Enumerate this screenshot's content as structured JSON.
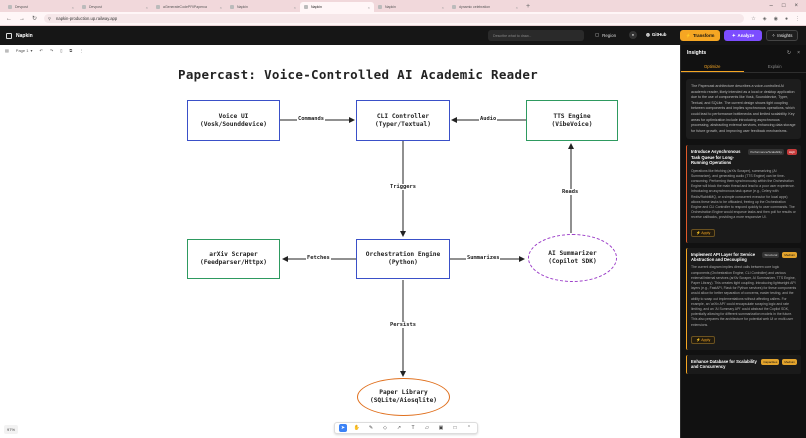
{
  "browser": {
    "tabs": [
      {
        "label": "Devpost"
      },
      {
        "label": "Devpost"
      },
      {
        "label": "aGenerateCodePFilPaperca"
      },
      {
        "label": "Napkin"
      },
      {
        "label": "Napkin",
        "active": true
      },
      {
        "label": "Napkin"
      },
      {
        "label": "dynamic celebration"
      }
    ],
    "url": "napkin-production.up.railway.app"
  },
  "app": {
    "name": "Napkin",
    "search_placeholder": "Describe what to draw...",
    "region_label": "Region",
    "github_label": "GitHub",
    "transform_label": "Transform",
    "analyze_label": "Analyze",
    "insights_label": "Insights"
  },
  "canvas_toolbar": {
    "page_label": "Page 1"
  },
  "diagram": {
    "title": "Papercast: Voice-Controlled AI Academic Reader",
    "nodes": {
      "voice": {
        "line1": "Voice UI",
        "line2": "(Vosk/Sounddevice)"
      },
      "cli": {
        "line1": "CLI Controller",
        "line2": "(Typer/Textual)"
      },
      "tts": {
        "line1": "TTS Engine",
        "line2": "(VibeVoice)"
      },
      "arxiv": {
        "line1": "arXiv Scraper",
        "line2": "(Feedparser/Httpx)"
      },
      "orch": {
        "line1": "Orchestration Engine",
        "line2": "(Python)"
      },
      "ai": {
        "line1": "AI Summarizer",
        "line2": "(Copilot SDK)"
      },
      "lib": {
        "line1": "Paper Library",
        "line2": "(SQLite/Aiosqlite)"
      }
    },
    "edges": {
      "commands": "Commands",
      "audio": "Audio",
      "triggers": "Triggers",
      "reads": "Reads",
      "fetches": "Fetches",
      "summarizes": "Summarizes",
      "persists": "Persists"
    },
    "colors": {
      "blue": "#3a50c8",
      "green": "#2e9a60",
      "purple": "#9b3cc8",
      "orange": "#e0701e"
    }
  },
  "zoom_label": "97%",
  "panel": {
    "title": "Insights",
    "tabs": [
      "Optimize",
      "Explain"
    ],
    "summary": "The Papercast architecture describes a voice-controlled AI academic reader, likely intended as a local or desktop application due to the use of components like Vosk, Sounddevice, Typer, Textual, and SQLite. The current design shows tight coupling between components and implies synchronous operations, which could lead to performance bottlenecks and limited scalability. Key areas for optimization include introducing asynchronous processing, abstracting external services, enhancing data storage for future growth, and improving user feedback mechanisms.",
    "cards": [
      {
        "title": "Introduce Asynchronous Task Queue for Long-Running Operations",
        "badges": [
          "Performance/Scalability",
          "High"
        ],
        "body": "Operations like fetching (arXiv Scraper), summarizing (AI Summarizer), and generating audio (TTS Engine) can be time-consuming. Performing them synchronously within the Orchestration Engine will block the main thread and lead to a poor user experience. Introducing an asynchronous task queue (e.g., Celery with Redis/RabbitMQ, or a simple concurrent executor for local apps) allows these tasks to be offloaded, freeing up the Orchestration Engine and CLI Controller to respond quickly to user commands. The Orchestration Engine would enqueue tasks and then poll for results or receive callbacks, providing a more responsive UI.",
        "apply_label": "Apply"
      },
      {
        "title": "Implement API Layer for Service Abstraction and Decoupling",
        "badges": [
          "Structural",
          "Medium"
        ],
        "body": "The current diagram implies direct calls between core logic components (Orchestration Engine, CLI Controller) and various external/internal services (arXiv Scraper, AI Summarizer, TTS Engine, Paper Library). This creates tight coupling. Introducing lightweight API layers (e.g., FastAPI, Flask for Python services) for these components would allow for better separation of concerns, easier testing, and the ability to swap out implementations without affecting callers. For example, an 'arXiv API' could encapsulate scraping logic and rate limiting, and an 'AI Summary API' could abstract the Copilot SDK, potentially allowing for different summarization models in the future. This also prepares the architecture for potential web UI or multi-user extensions.",
        "apply_label": "Apply"
      },
      {
        "title": "Enhance Database for Scalability and Concurrency",
        "badges": [
          "Capacities",
          "Medium"
        ],
        "body": "",
        "apply_label": ""
      }
    ]
  }
}
